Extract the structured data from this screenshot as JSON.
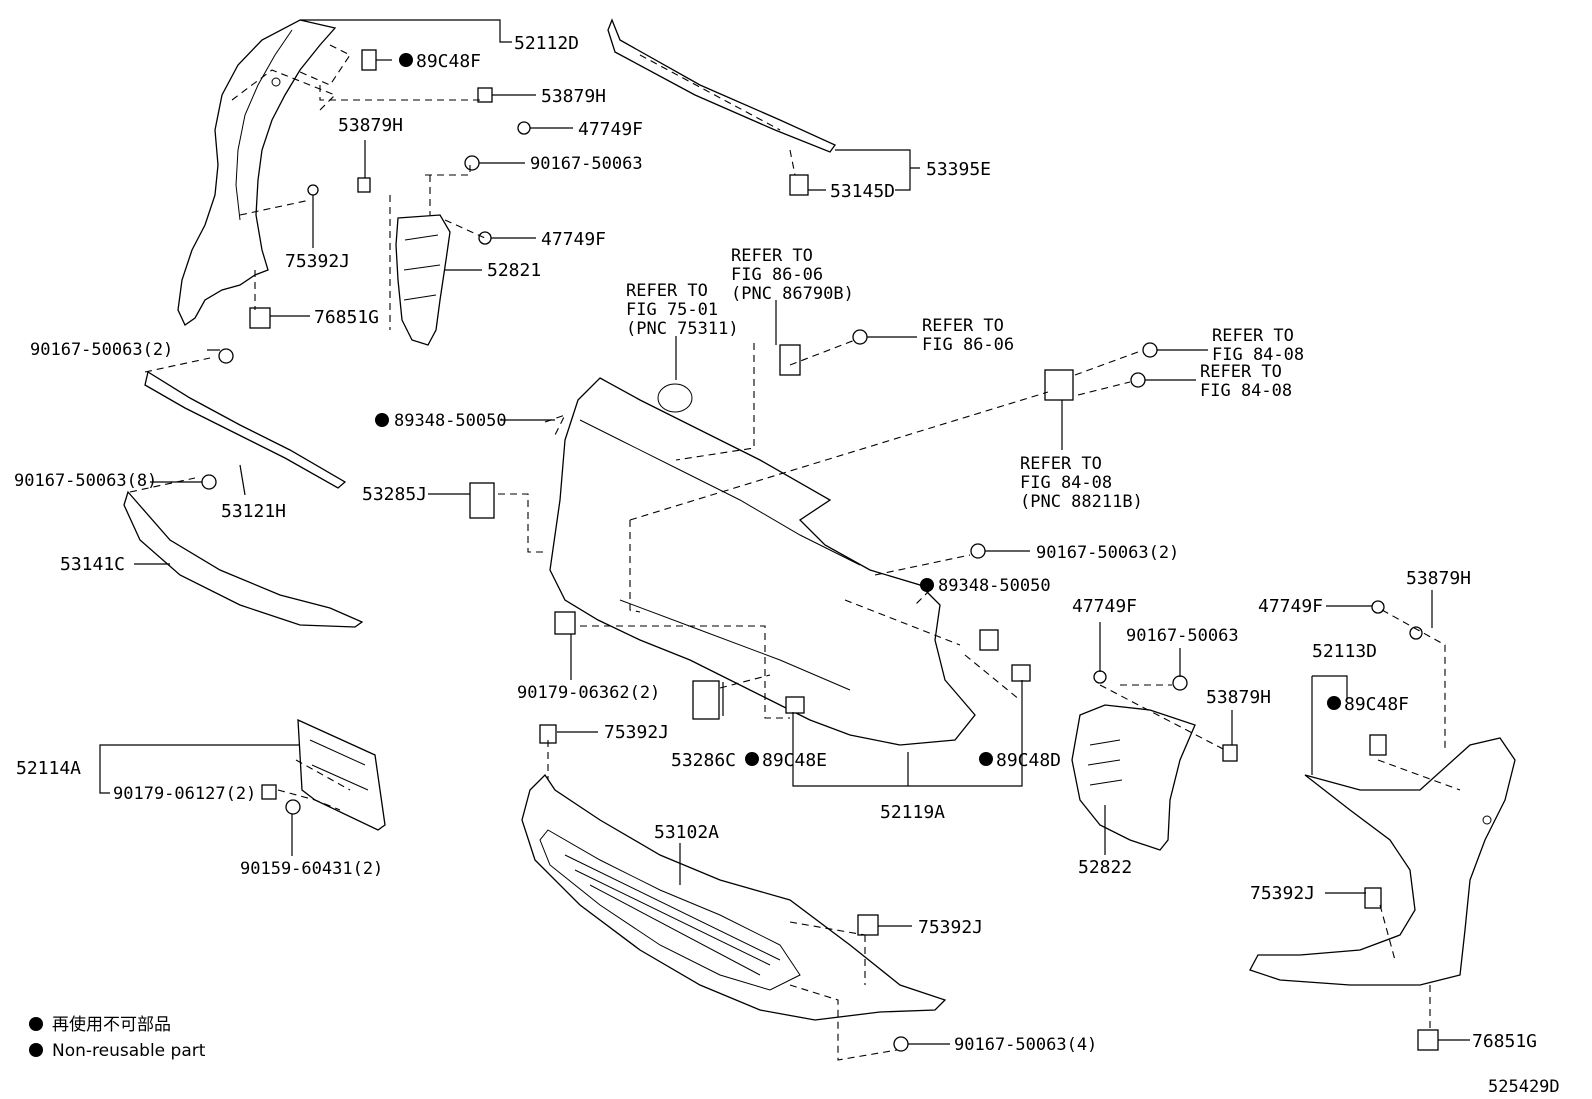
{
  "labels": {
    "p52112D": "52112D",
    "p89C48F_tl": "89C48F",
    "p53879H_t": "53879H",
    "p47749F_t": "47749F",
    "p53879H_l": "53879H",
    "p90167_t": "90167-50063",
    "p47749F_m": "47749F",
    "p52821": "52821",
    "p75392J_l": "75392J",
    "p76851G_l": "76851G",
    "p53395E": "53395E",
    "p53145D": "53145D",
    "p90167_2a": "90167-50063(2)",
    "p89348_a": "89348-50050",
    "p90167_8": "90167-50063(8)",
    "p53121H": "53121H",
    "p53285J": "53285J",
    "p53141C": "53141C",
    "p90167_2b": "90167-50063(2)",
    "p89348_b": "89348-50050",
    "p47749F_r1": "47749F",
    "p90167_r": "90167-50063",
    "p53879H_m": "53879H",
    "p47749F_r2": "47749F",
    "p53879H_r": "53879H",
    "p52113D": "52113D",
    "p89C48F_r": "89C48F",
    "p90179_2": "90179-06362(2)",
    "p75392J_c": "75392J",
    "p53286C": "53286C",
    "p89C48E": "89C48E",
    "p89C48D": "89C48D",
    "p52119A": "52119A",
    "p52822": "52822",
    "p52114A": "52114A",
    "p90179_06127": "90179-06127(2)",
    "p90159": "90159-60431(2)",
    "p53102A": "53102A",
    "p75392J_b": "75392J",
    "p75392J_r": "75392J",
    "p76851G_r": "76851G",
    "p90167_4": "90167-50063(4)",
    "diagram_id": "525429D"
  },
  "refs": {
    "r1": [
      "REFER TO",
      "FIG 75-01",
      "(PNC 75311)"
    ],
    "r2": [
      "REFER TO",
      "FIG 86-06",
      "(PNC 86790B)"
    ],
    "r3": [
      "REFER TO",
      "FIG 86-06"
    ],
    "r4": [
      "REFER TO",
      "FIG 84-08"
    ],
    "r5": [
      "REFER TO",
      "FIG 84-08"
    ],
    "r6": [
      "REFER TO",
      "FIG 84-08",
      "(PNC 88211B)"
    ]
  },
  "legend": {
    "line1": "再使用不可部品",
    "line2": "Non-reusable part"
  }
}
